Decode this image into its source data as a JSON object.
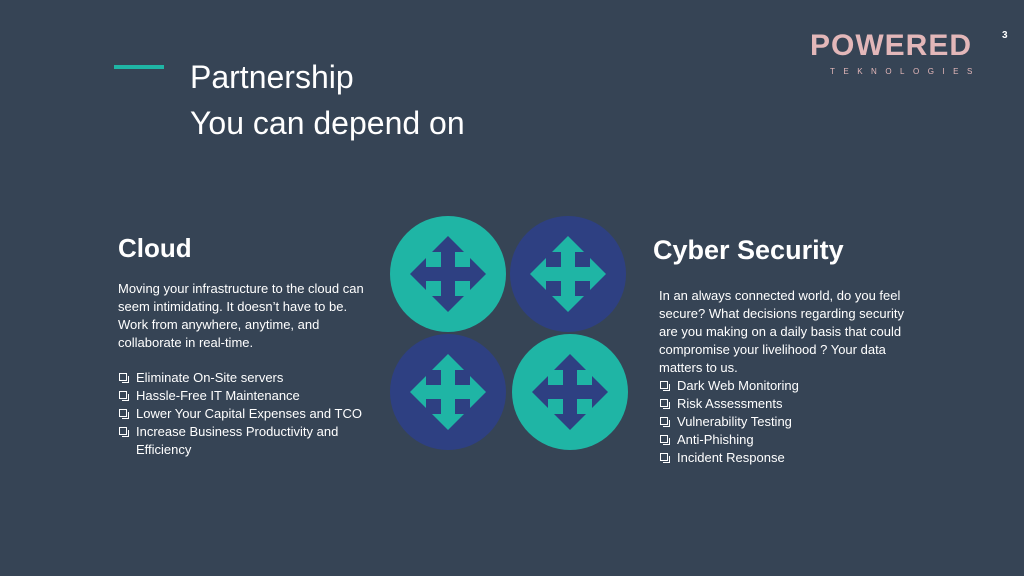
{
  "slide": {
    "title_line1": "Partnership",
    "title_line2": "You can depend on",
    "page_number": "3",
    "logo": {
      "name": "POWERED",
      "tagline": "TEKNOLOGIES"
    }
  },
  "cloud": {
    "heading": "Cloud",
    "paragraph": "Moving your infrastructure to the cloud can seem intimidating. It doesn’t have to be. Work from anywhere, anytime, and collaborate in real-time.",
    "bullets": [
      "Eliminate On-Site servers",
      "Hassle-Free IT Maintenance",
      "Lower Your Capital Expenses and TCO",
      "Increase Business Productivity and Efficiency"
    ]
  },
  "cyber": {
    "heading": "Cyber Security",
    "paragraph": "In an always connected world, do you feel secure? What decisions regarding security are you making on a daily basis that could compromise your livelihood ? Your data matters to us.",
    "bullets": [
      "Dark Web Monitoring",
      "Risk Assessments",
      "Vulnerability Testing",
      "Anti-Phishing",
      "Incident Response"
    ]
  },
  "colors": {
    "background": "#364455",
    "accent_teal": "#1fb5a5",
    "circle_navy": "#2e4082",
    "arrow_teal": "#1fb5a5",
    "arrow_navy": "#2e4082",
    "logo_pink": "#e3b7b9"
  },
  "icons": {
    "bullet": "checkbox-bullet-icon",
    "arrows": "four-way-arrow-icon"
  }
}
